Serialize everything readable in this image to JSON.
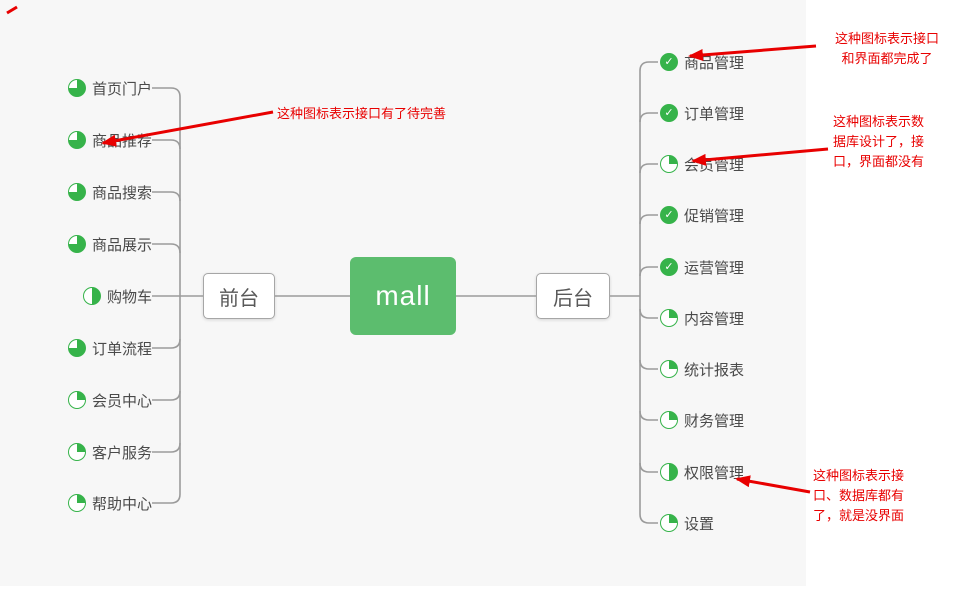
{
  "colors": {
    "canvas_bg": "#f7f7f7",
    "root_green": "#5cbd6e",
    "icon_green": "#36b34a",
    "connector_gray": "#9b9b9b",
    "annotation_red": "#e80000"
  },
  "mindmap": {
    "root": {
      "label": "mall"
    },
    "front": {
      "label": "前台"
    },
    "back": {
      "label": "后台"
    },
    "left_items": [
      {
        "label": "首页门户",
        "icon": "progress-75"
      },
      {
        "label": "商品推荐",
        "icon": "progress-75"
      },
      {
        "label": "商品搜索",
        "icon": "progress-75"
      },
      {
        "label": "商品展示",
        "icon": "progress-75"
      },
      {
        "label": "购物车",
        "icon": "progress-50"
      },
      {
        "label": "订单流程",
        "icon": "progress-75"
      },
      {
        "label": "会员中心",
        "icon": "progress-25"
      },
      {
        "label": "客户服务",
        "icon": "progress-25"
      },
      {
        "label": "帮助中心",
        "icon": "progress-25"
      }
    ],
    "right_items": [
      {
        "label": "商品管理",
        "icon": "progress-done"
      },
      {
        "label": "订单管理",
        "icon": "progress-done"
      },
      {
        "label": "会员管理",
        "icon": "progress-25"
      },
      {
        "label": "促销管理",
        "icon": "progress-done"
      },
      {
        "label": "运营管理",
        "icon": "progress-done"
      },
      {
        "label": "内容管理",
        "icon": "progress-25"
      },
      {
        "label": "统计报表",
        "icon": "progress-25"
      },
      {
        "label": "财务管理",
        "icon": "progress-25"
      },
      {
        "label": "权限管理",
        "icon": "progress-50"
      },
      {
        "label": "设置",
        "icon": "progress-25"
      }
    ]
  },
  "annotations": {
    "incomplete": {
      "lines": [
        "这种图标表示接口有了待完善"
      ]
    },
    "done": {
      "lines": [
        "这种图标表示接口",
        "和界面都完成了"
      ]
    },
    "db_only": {
      "lines": [
        "这种图标表示数",
        "据库设计了，接",
        "口，界面都没有"
      ]
    },
    "no_ui": {
      "lines": [
        "这种图标表示接",
        "口、数据库都有",
        "了，就是没界面"
      ]
    }
  }
}
